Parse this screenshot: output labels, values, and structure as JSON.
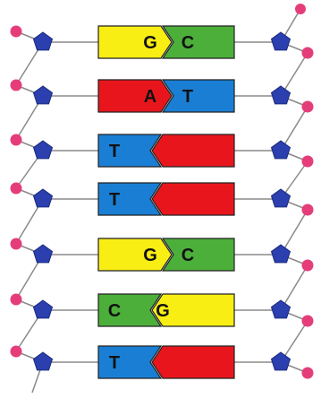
{
  "colors": {
    "A": "#e8161c",
    "T": "#1a7fd4",
    "G": "#f8ee14",
    "C": "#4caf3a",
    "sugar": "#2b3fae",
    "phosphate": "#e53d7a",
    "backbone": "#8a8a8a",
    "outline": "#222222"
  },
  "pairs": [
    {
      "left": "G",
      "right": "C",
      "show_left_letter": true,
      "show_right_letter": true
    },
    {
      "left": "A",
      "right": "T",
      "show_left_letter": true,
      "show_right_letter": true
    },
    {
      "left": "T",
      "right": "A",
      "show_left_letter": true,
      "show_right_letter": false
    },
    {
      "left": "T",
      "right": "A",
      "show_left_letter": true,
      "show_right_letter": false
    },
    {
      "left": "G",
      "right": "C",
      "show_left_letter": true,
      "show_right_letter": true
    },
    {
      "left": "C",
      "right": "G",
      "show_left_letter": true,
      "show_right_letter": true
    },
    {
      "left": "T",
      "right": "A",
      "show_left_letter": true,
      "show_right_letter": false
    }
  ]
}
